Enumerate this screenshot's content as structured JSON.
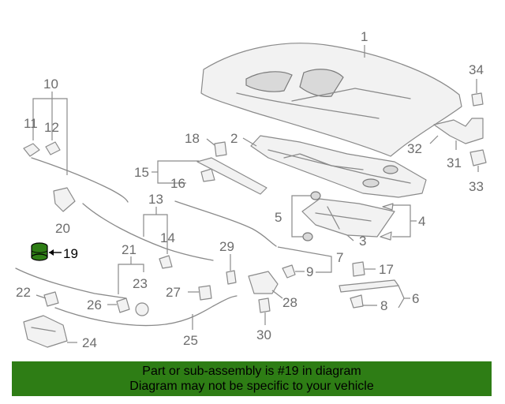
{
  "callouts": {
    "c1": "1",
    "c2": "2",
    "c3": "3",
    "c4": "4",
    "c5": "5",
    "c6": "6",
    "c7": "7",
    "c8": "8",
    "c9": "9",
    "c10": "10",
    "c11": "11",
    "c12": "12",
    "c13": "13",
    "c14": "14",
    "c15": "15",
    "c16": "16",
    "c17": "17",
    "c18": "18",
    "c19": "19",
    "c20": "20",
    "c21": "21",
    "c22": "22",
    "c23": "23",
    "c24": "24",
    "c25": "25",
    "c26": "26",
    "c27": "27",
    "c28": "28",
    "c29": "29",
    "c30": "30",
    "c31": "31",
    "c32": "32",
    "c33": "33",
    "c34": "34"
  },
  "highlighted_part": "19",
  "colors": {
    "banner_bg": "#2e7d15",
    "highlight_part": "#2e7d15",
    "line_art": "#8a8a8a"
  },
  "banner": {
    "line1": "Part or sub-assembly is #19 in diagram",
    "line2": "Diagram may not be specific to your vehicle"
  }
}
